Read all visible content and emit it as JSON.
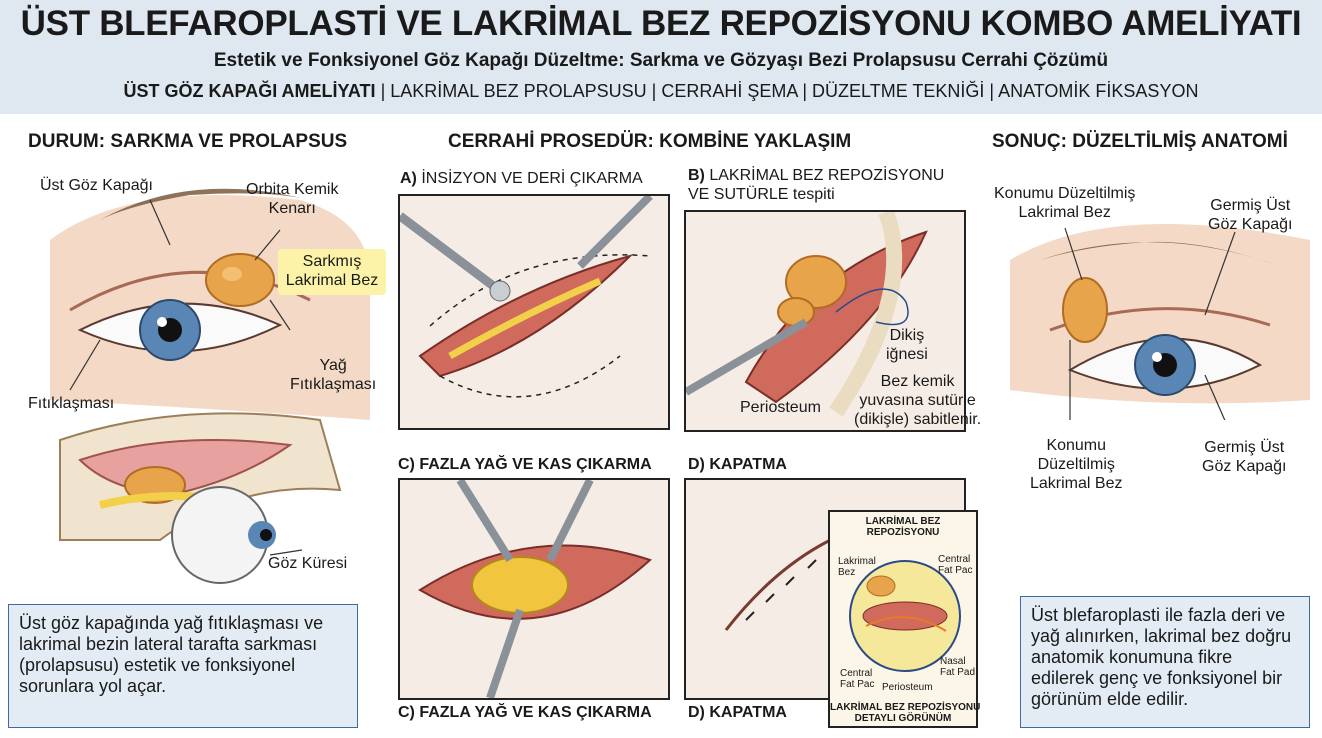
{
  "header": {
    "title": "ÜST BLEFAROPLASTİ VE LAKRİMAL BEZ REPOZİSYONU KOMBO AMELİYATI",
    "subtitle": "Estetik ve Fonksiyonel Göz Kapağı Düzeltme: Sarkma ve Gözyaşı Bezi Prolapsusu Cerrahi Çözümü",
    "line_bold": "ÜST GÖZ KAPAĞI AMELİYATI",
    "line_rest": " | LAKRİMAL BEZ PROLAPSUSU | CERRAHİ ŞEMA | DÜZELTME TEKNİĞİ | ANATOMİK FİKSASYON"
  },
  "left": {
    "title": "DURUM: SARKMA VE PROLAPSUS",
    "labels": {
      "upper_lid": "Üst Göz Kapağı",
      "orbital_rim": "Orbita Kemik\nKenarı",
      "prolapsed_gland": "Sarkmış\nLakrimal Bez",
      "fat_herniation": "Yağ\nFıtıklaşması",
      "herniation": "Fıtıklaşması",
      "eyeball": "Göz Küresi"
    },
    "note": "Üst göz kapağında yağ fıtıklaşması ve lakrimal bezin lateral tarafta sarkması (prolapsusu) estetik ve fonksiyonel sorunlara yol açar."
  },
  "middle": {
    "title": "CERRAHİ PROSEDÜR: KOMBİNE YAKLAŞIM",
    "panel_a": {
      "letter": "A)",
      "text": " İNSİZYON VE DERİ ÇIKARMA"
    },
    "panel_b": {
      "letter": "B)",
      "text": " LAKRİMAL BEZ REPOZİSYONU\nVE SUTÜRLE tespiti"
    },
    "panel_c": {
      "text": "C) FAZLA YAĞ VE KAS ÇIKARMA"
    },
    "panel_d": {
      "text": "D) KAPATMA"
    },
    "panel_c_bottom": "C) FAZLA YAĞ VE KAS ÇIKARMA",
    "panel_d_bottom": "D) KAPATMA",
    "b_labels": {
      "needle": "Dikiş\niğnesi",
      "periosteum": "Periosteum",
      "fixation": "Bez kemik\nyuvasına sutürle\n(dikişle) sabitlenir."
    },
    "inset": {
      "title": "LAKRİMAL BEZ\nREPOZİSYONU",
      "labels": {
        "gland": "Lakrimal\nBez",
        "central_fat_top": "Central\nFat Pac",
        "central_fat_bottom": "Central\nFat Pac",
        "nasal_fat": "Nasal\nFat Pad",
        "periosteum": "Periosteum"
      },
      "caption": "LAKRİMAL BEZ REPOZİSYONU\nDETAYLI GÖRÜNÜM"
    }
  },
  "right": {
    "title": "SONUÇ: DÜZELTİLMİŞ ANATOMİ",
    "labels": {
      "gland_top": "Konumu Düzeltilmiş\nLakrimal Bez",
      "lid_top": "Germiş Üst\nGöz Kapağı",
      "gland_bottom": "Konumu\nDüzeltilmiş\nLakrimal Bez",
      "lid_bottom": "Germiş Üst\nGöz Kapağı"
    },
    "note": "Üst blefaroplasti ile fazla deri ve yağ alınırken, lakrimal bez doğru anatomik konumuna fikre edilerek genç ve fonksiyonel bir görünüm elde edilir."
  },
  "colors": {
    "header_bg": "#dfe8f1",
    "highlight": "#fdf3a8",
    "note_bg": "#e3ebf4",
    "note_border": "#3d6aa0",
    "gland": "#e8a44a",
    "iris": "#5a86b5",
    "tissue": "#d06a5c"
  }
}
